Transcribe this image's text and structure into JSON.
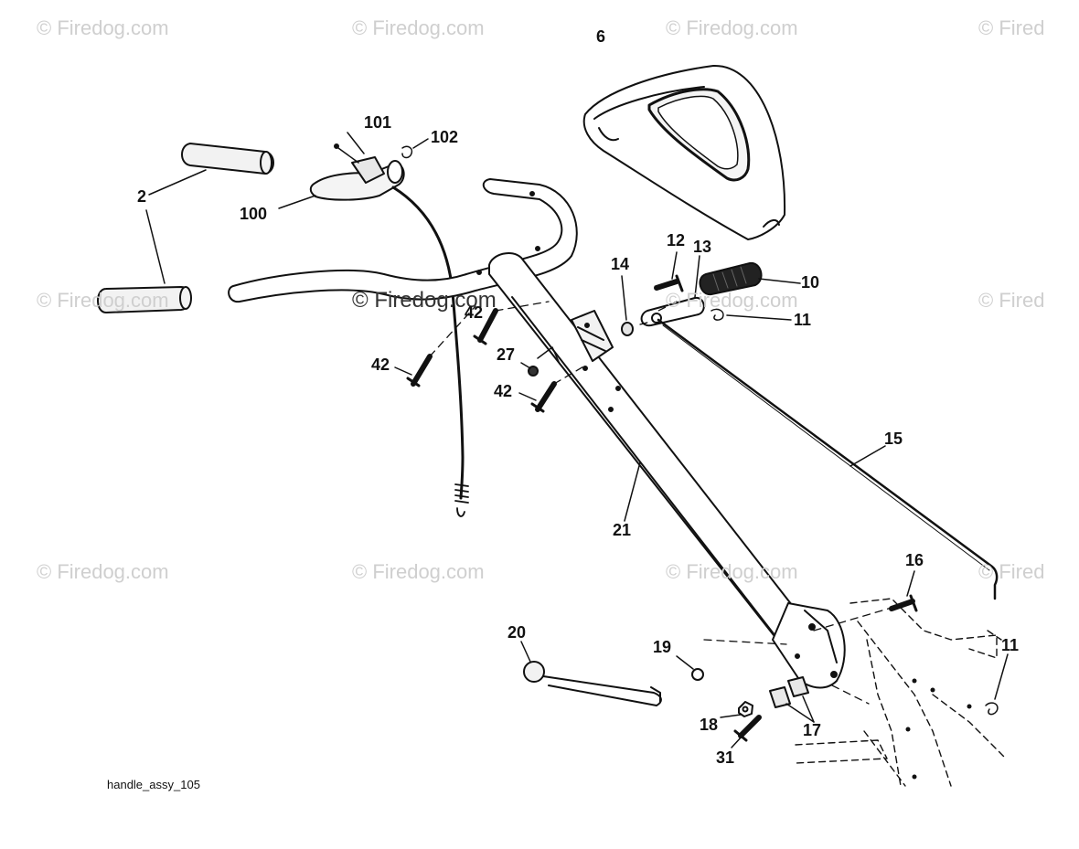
{
  "watermark": {
    "text": "© Firedog.com",
    "text_cut": "© Fired"
  },
  "callouts": {
    "c2": "2",
    "c6": "6",
    "c10": "10",
    "c11a": "11",
    "c11b": "11",
    "c12": "12",
    "c13": "13",
    "c14": "14",
    "c15": "15",
    "c16": "16",
    "c17": "17",
    "c18": "18",
    "c19": "19",
    "c20": "20",
    "c21": "21",
    "c27": "27",
    "c31": "31",
    "c42a": "42",
    "c42b": "42",
    "c42c": "42",
    "c100": "100",
    "c101": "101",
    "c102": "102"
  },
  "caption": "handle_assy_105",
  "colors": {
    "line": "#111111",
    "watermark": "#cfcfcf",
    "grip_fill": "#f2f2f2",
    "dark_grip": "#222222"
  }
}
